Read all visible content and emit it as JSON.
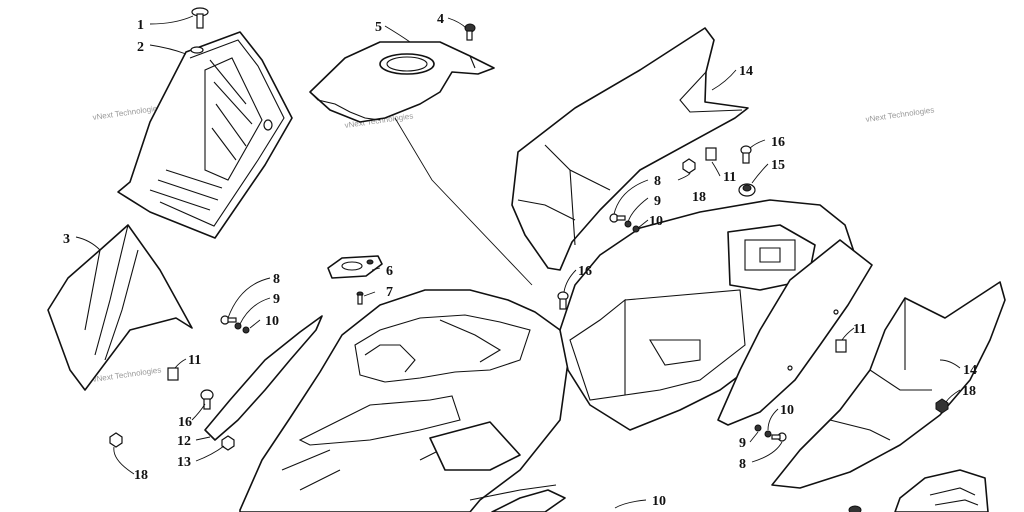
{
  "watermark": "vNext Technologies",
  "callouts": {
    "c1": "1",
    "c2": "2",
    "c3": "3",
    "c4": "4",
    "c5": "5",
    "c6": "6",
    "c7": "7",
    "c8a": "8",
    "c9a": "9",
    "c10a": "10",
    "c8b": "8",
    "c9b": "9",
    "c10b": "10",
    "c8c": "8",
    "c9c": "9",
    "c10c": "10",
    "c10d": "10",
    "c11a": "11",
    "c11b": "11",
    "c11c": "11",
    "c12": "12",
    "c13": "13",
    "c14a": "14",
    "c14b": "14",
    "c15": "15",
    "c16a": "16",
    "c16b": "16",
    "c16c": "16",
    "c18a": "18",
    "c18b": "18",
    "c18c": "18"
  }
}
